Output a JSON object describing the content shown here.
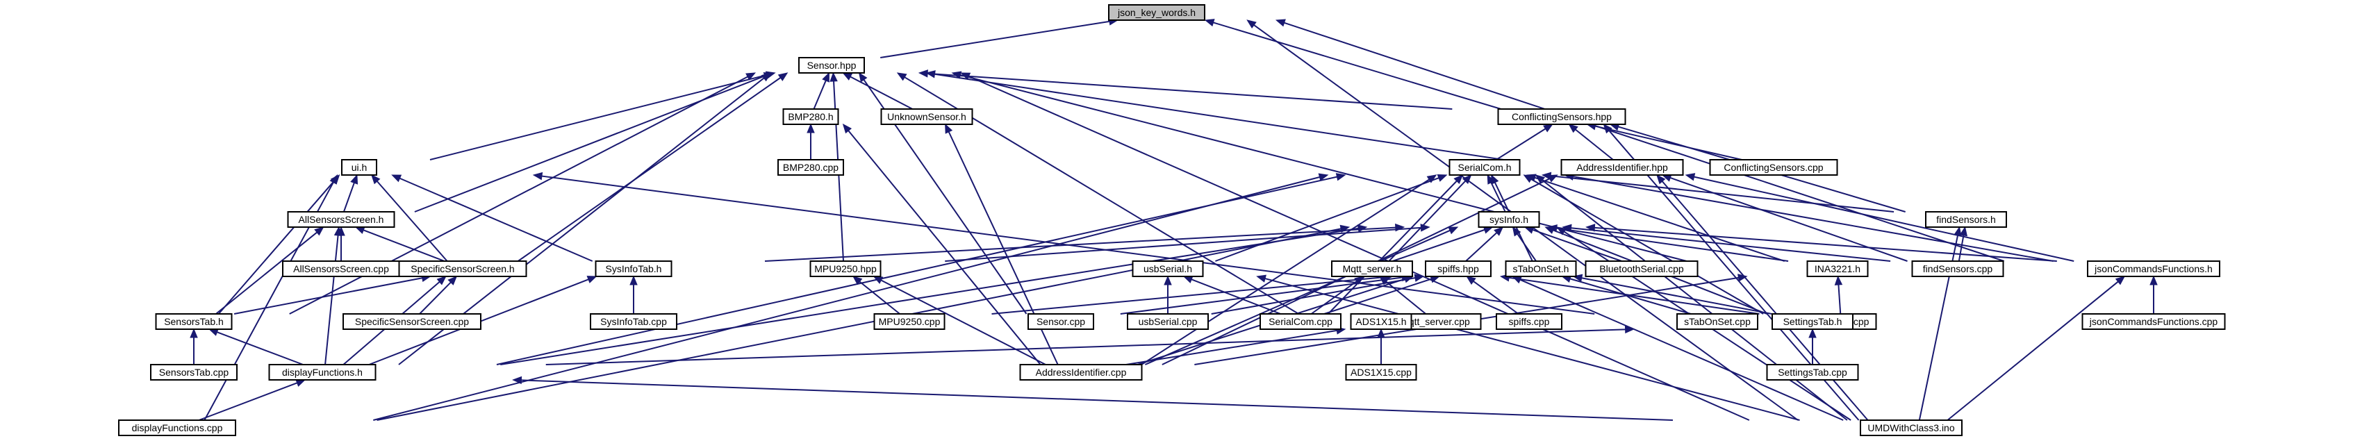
{
  "graph": {
    "root": "json_key_words.h",
    "nodes": [
      {
        "id": "json_key_words_h",
        "label": "json_key_words.h",
        "root": true
      },
      {
        "id": "sensor_hpp",
        "label": "Sensor.hpp"
      },
      {
        "id": "bmp280_h",
        "label": "BMP280.h"
      },
      {
        "id": "unknownsensor_h",
        "label": "UnknownSensor.h"
      },
      {
        "id": "bmp280_cpp",
        "label": "BMP280.cpp"
      },
      {
        "id": "conflictingsensors_hpp",
        "label": "ConflictingSensors.hpp"
      },
      {
        "id": "ui_h",
        "label": "ui.h"
      },
      {
        "id": "addressidentifier_hpp",
        "label": "AddressIdentifier.hpp"
      },
      {
        "id": "conflictingsensors_cpp",
        "label": "ConflictingSensors.cpp"
      },
      {
        "id": "serialcom_h",
        "label": "SerialCom.h"
      },
      {
        "id": "findsensors_h",
        "label": "findSensors.h"
      },
      {
        "id": "allsensorsscreen_h",
        "label": "AllSensorsScreen.h"
      },
      {
        "id": "sysinfo_h",
        "label": "sysInfo.h"
      },
      {
        "id": "allsensorsscreen_cpp",
        "label": "AllSensorsScreen.cpp"
      },
      {
        "id": "specificsensorscreen_h",
        "label": "SpecificSensorScreen.h"
      },
      {
        "id": "sysinfotab_h",
        "label": "SysInfoTab.h"
      },
      {
        "id": "mpu9250_hpp",
        "label": "MPU9250.hpp"
      },
      {
        "id": "usbserial_h",
        "label": "usbSerial.h"
      },
      {
        "id": "mqtt_server_h",
        "label": "Mqtt_server.h"
      },
      {
        "id": "spiffs_hpp",
        "label": "spiffs.hpp"
      },
      {
        "id": "stabonset_h",
        "label": "sTabOnSet.h"
      },
      {
        "id": "bluetoothserial_cpp",
        "label": "BluetoothSerial.cpp"
      },
      {
        "id": "ina3221_h",
        "label": "INA3221.h"
      },
      {
        "id": "findsensors_cpp",
        "label": "findSensors.cpp"
      },
      {
        "id": "jsoncommandsfunctions_h",
        "label": "jsonCommandsFunctions.h"
      },
      {
        "id": "sensorstab_h",
        "label": "SensorsTab.h"
      },
      {
        "id": "specificsensorscreen_cpp",
        "label": "SpecificSensorScreen.cpp"
      },
      {
        "id": "sysinfotab_cpp",
        "label": "SysInfoTab.cpp"
      },
      {
        "id": "mpu9250_cpp",
        "label": "MPU9250.cpp"
      },
      {
        "id": "sensor_cpp",
        "label": "Sensor.cpp"
      },
      {
        "id": "usbserial_cpp",
        "label": "usbSerial.cpp"
      },
      {
        "id": "serialcom_cpp",
        "label": "SerialCom.cpp"
      },
      {
        "id": "mqtt_server_cpp",
        "label": "Mqtt_server.cpp"
      },
      {
        "id": "spiffs_cpp",
        "label": "spiffs.cpp"
      },
      {
        "id": "stabonset_cpp",
        "label": "sTabOnSet.cpp"
      },
      {
        "id": "ina3221_cpp",
        "label": "INA3221.cpp"
      },
      {
        "id": "jsoncommandsfunctions_cpp",
        "label": "jsonCommandsFunctions.cpp"
      },
      {
        "id": "ads1x15_h",
        "label": "ADS1X15.h"
      },
      {
        "id": "settingstab_h",
        "label": "SettingsTab.h"
      },
      {
        "id": "sensorstab_cpp",
        "label": "SensorsTab.cpp"
      },
      {
        "id": "displayfunctions_h",
        "label": "displayFunctions.h"
      },
      {
        "id": "addressidentifier_cpp",
        "label": "AddressIdentifier.cpp"
      },
      {
        "id": "ads1x15_cpp",
        "label": "ADS1X15.cpp"
      },
      {
        "id": "settingstab_cpp",
        "label": "SettingsTab.cpp"
      },
      {
        "id": "displayfunctions_cpp",
        "label": "displayFunctions.cpp"
      },
      {
        "id": "umdwithclass3_ino",
        "label": "UMDWithClass3.ino"
      }
    ],
    "edges": [
      [
        "sensor_hpp",
        "json_key_words_h"
      ],
      [
        "conflictingsensors_hpp",
        "json_key_words_h"
      ],
      [
        "jsoncommandsfunctions_h",
        "json_key_words_h"
      ],
      [
        "umdwithclass3_ino",
        "json_key_words_h"
      ],
      [
        "bmp280_h",
        "sensor_hpp"
      ],
      [
        "unknownsensor_h",
        "sensor_hpp"
      ],
      [
        "conflictingsensors_hpp",
        "sensor_hpp"
      ],
      [
        "addressidentifier_hpp",
        "sensor_hpp"
      ],
      [
        "ui_h",
        "sensor_hpp"
      ],
      [
        "allsensorsscreen_h",
        "sensor_hpp"
      ],
      [
        "specificsensorscreen_h",
        "sensor_hpp"
      ],
      [
        "sensorstab_h",
        "sensor_hpp"
      ],
      [
        "displayfunctions_h",
        "sensor_hpp"
      ],
      [
        "mpu9250_hpp",
        "sensor_hpp"
      ],
      [
        "sensor_cpp",
        "sensor_hpp"
      ],
      [
        "ads1x15_h",
        "sensor_hpp"
      ],
      [
        "ina3221_h",
        "sensor_hpp"
      ],
      [
        "umdwithclass3_ino",
        "sensor_hpp"
      ],
      [
        "bmp280_cpp",
        "bmp280_h"
      ],
      [
        "addressidentifier_cpp",
        "bmp280_h"
      ],
      [
        "addressidentifier_cpp",
        "unknownsensor_h"
      ],
      [
        "serialcom_h",
        "conflictingsensors_hpp"
      ],
      [
        "addressidentifier_hpp",
        "conflictingsensors_hpp"
      ],
      [
        "conflictingsensors_cpp",
        "conflictingsensors_hpp"
      ],
      [
        "findsensors_h",
        "conflictingsensors_hpp"
      ],
      [
        "umdwithclass3_ino",
        "conflictingsensors_hpp"
      ],
      [
        "allsensorsscreen_h",
        "ui_h"
      ],
      [
        "specificsensorscreen_h",
        "ui_h"
      ],
      [
        "sensorstab_h",
        "ui_h"
      ],
      [
        "sysinfotab_h",
        "ui_h"
      ],
      [
        "settingstab_h",
        "ui_h"
      ],
      [
        "displayfunctions_cpp",
        "ui_h"
      ],
      [
        "addressidentifier_cpp",
        "addressidentifier_hpp"
      ],
      [
        "findsensors_cpp",
        "addressidentifier_hpp"
      ],
      [
        "jsoncommandsfunctions_h",
        "addressidentifier_hpp"
      ],
      [
        "umdwithclass3_ino",
        "addressidentifier_hpp"
      ],
      [
        "sysinfo_h",
        "serialcom_h"
      ],
      [
        "usbserial_h",
        "serialcom_h"
      ],
      [
        "mqtt_server_h",
        "serialcom_h"
      ],
      [
        "stabonset_h",
        "serialcom_h"
      ],
      [
        "serialcom_cpp",
        "serialcom_h"
      ],
      [
        "ina3221_h",
        "serialcom_h"
      ],
      [
        "settingstab_h",
        "serialcom_h"
      ],
      [
        "findsensors_h",
        "serialcom_h"
      ],
      [
        "displayfunctions_h",
        "serialcom_h"
      ],
      [
        "addressidentifier_cpp",
        "serialcom_h"
      ],
      [
        "jsoncommandsfunctions_h",
        "serialcom_h"
      ],
      [
        "umdwithclass3_ino",
        "serialcom_h"
      ],
      [
        "displayfunctions_cpp",
        "serialcom_h"
      ],
      [
        "findsensors_cpp",
        "findsensors_h"
      ],
      [
        "umdwithclass3_ino",
        "findsensors_h"
      ],
      [
        "allsensorsscreen_cpp",
        "allsensorsscreen_h"
      ],
      [
        "specificsensorscreen_h",
        "allsensorsscreen_h"
      ],
      [
        "sensorstab_h",
        "allsensorsscreen_h"
      ],
      [
        "displayfunctions_h",
        "allsensorsscreen_h"
      ],
      [
        "sysinfotab_h",
        "sysinfo_h"
      ],
      [
        "mpu9250_hpp",
        "sysinfo_h"
      ],
      [
        "mqtt_server_h",
        "sysinfo_h"
      ],
      [
        "spiffs_hpp",
        "sysinfo_h"
      ],
      [
        "stabonset_h",
        "sysinfo_h"
      ],
      [
        "bluetoothserial_cpp",
        "sysinfo_h"
      ],
      [
        "ina3221_h",
        "sysinfo_h"
      ],
      [
        "findsensors_cpp",
        "sysinfo_h"
      ],
      [
        "jsoncommandsfunctions_h",
        "sysinfo_h"
      ],
      [
        "settingstab_h",
        "sysinfo_h"
      ],
      [
        "addressidentifier_cpp",
        "sysinfo_h"
      ],
      [
        "displayfunctions_h",
        "sysinfo_h"
      ],
      [
        "displayfunctions_cpp",
        "sysinfo_h"
      ],
      [
        "umdwithclass3_ino",
        "sysinfo_h"
      ],
      [
        "specificsensorscreen_cpp",
        "specificsensorscreen_h"
      ],
      [
        "sensorstab_h",
        "specificsensorscreen_h"
      ],
      [
        "displayfunctions_h",
        "specificsensorscreen_h"
      ],
      [
        "sysinfotab_cpp",
        "sysinfotab_h"
      ],
      [
        "displayfunctions_h",
        "sysinfotab_h"
      ],
      [
        "mpu9250_cpp",
        "mpu9250_hpp"
      ],
      [
        "addressidentifier_cpp",
        "mpu9250_hpp"
      ],
      [
        "usbserial_cpp",
        "usbserial_h"
      ],
      [
        "serialcom_cpp",
        "usbserial_h"
      ],
      [
        "umdwithclass3_ino",
        "usbserial_h"
      ],
      [
        "mqtt_server_cpp",
        "mqtt_server_h"
      ],
      [
        "serialcom_cpp",
        "mqtt_server_h"
      ],
      [
        "spiffs_cpp",
        "spiffs_hpp"
      ],
      [
        "serialcom_cpp",
        "spiffs_hpp"
      ],
      [
        "mpu9250_cpp",
        "spiffs_hpp"
      ],
      [
        "sensor_cpp",
        "spiffs_hpp"
      ],
      [
        "usbserial_cpp",
        "spiffs_hpp"
      ],
      [
        "settingstab_h",
        "spiffs_hpp"
      ],
      [
        "addressidentifier_cpp",
        "spiffs_hpp"
      ],
      [
        "umdwithclass3_ino",
        "spiffs_hpp"
      ],
      [
        "stabonset_cpp",
        "stabonset_h"
      ],
      [
        "settingstab_h",
        "stabonset_h"
      ],
      [
        "ina3221_cpp",
        "ina3221_h"
      ],
      [
        "addressidentifier_cpp",
        "ina3221_h"
      ],
      [
        "jsoncommandsfunctions_cpp",
        "jsoncommandsfunctions_h"
      ],
      [
        "umdwithclass3_ino",
        "jsoncommandsfunctions_h"
      ],
      [
        "sensorstab_cpp",
        "sensorstab_h"
      ],
      [
        "displayfunctions_h",
        "sensorstab_h"
      ],
      [
        "ads1x15_cpp",
        "ads1x15_h"
      ],
      [
        "addressidentifier_cpp",
        "ads1x15_h"
      ],
      [
        "settingstab_cpp",
        "settingstab_h"
      ],
      [
        "displayfunctions_h",
        "settingstab_h"
      ],
      [
        "displayfunctions_cpp",
        "displayfunctions_h"
      ],
      [
        "umdwithclass3_ino",
        "displayfunctions_h"
      ]
    ]
  }
}
